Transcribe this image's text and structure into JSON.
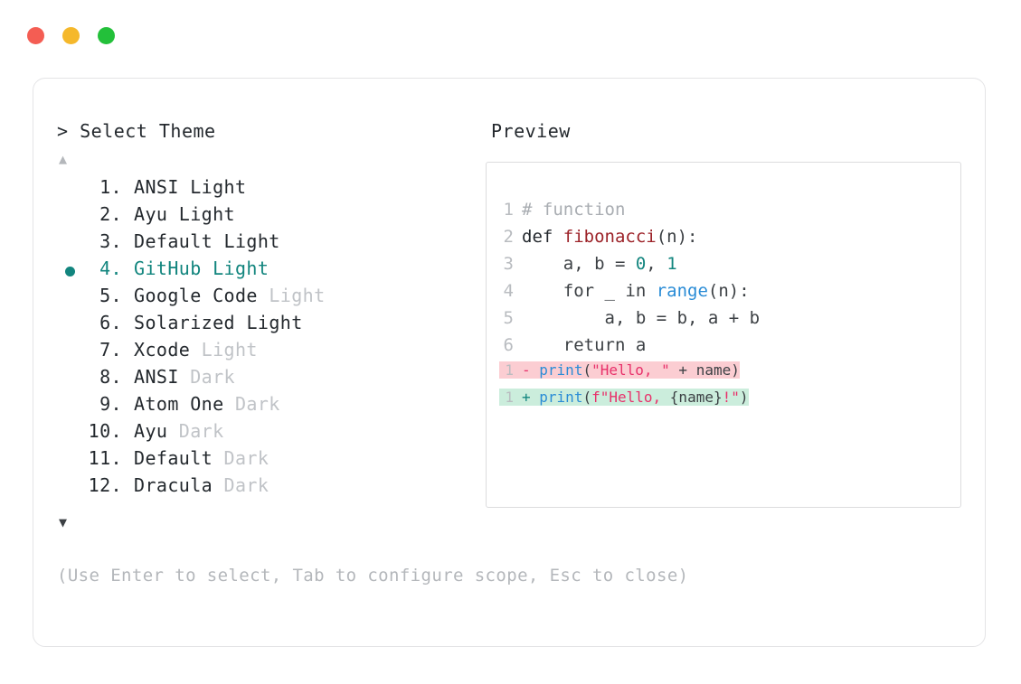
{
  "window": {
    "traffic_lights": [
      {
        "name": "close",
        "color": "#f45d53"
      },
      {
        "name": "minimize",
        "color": "#f5b82b"
      },
      {
        "name": "maximize",
        "color": "#23c03a"
      }
    ]
  },
  "selector": {
    "prompt_symbol": ">",
    "title": "Select Theme",
    "scroll_up_icon": "▲",
    "scroll_down_icon": "▼",
    "selected_index": 4,
    "items": [
      {
        "index": "1.",
        "name": "ANSI",
        "variant": "Light",
        "variant_muted": false,
        "selected": false
      },
      {
        "index": "2.",
        "name": "Ayu",
        "variant": "Light",
        "variant_muted": false,
        "selected": false
      },
      {
        "index": "3.",
        "name": "Default",
        "variant": "Light",
        "variant_muted": false,
        "selected": false
      },
      {
        "index": "4.",
        "name": "GitHub",
        "variant": "Light",
        "variant_muted": false,
        "selected": true
      },
      {
        "index": "5.",
        "name": "Google Code",
        "variant": "Light",
        "variant_muted": true,
        "selected": false
      },
      {
        "index": "6.",
        "name": "Solarized",
        "variant": "Light",
        "variant_muted": false,
        "selected": false
      },
      {
        "index": "7.",
        "name": "Xcode",
        "variant": "Light",
        "variant_muted": true,
        "selected": false
      },
      {
        "index": "8.",
        "name": "ANSI",
        "variant": "Dark",
        "variant_muted": true,
        "selected": false
      },
      {
        "index": "9.",
        "name": "Atom One",
        "variant": "Dark",
        "variant_muted": true,
        "selected": false
      },
      {
        "index": "10.",
        "name": "Ayu",
        "variant": "Dark",
        "variant_muted": true,
        "selected": false
      },
      {
        "index": "11.",
        "name": "Default",
        "variant": "Dark",
        "variant_muted": true,
        "selected": false
      },
      {
        "index": "12.",
        "name": "Dracula",
        "variant": "Dark",
        "variant_muted": true,
        "selected": false
      }
    ]
  },
  "preview": {
    "label": "Preview",
    "code_lines": [
      {
        "no": "1",
        "tokens": [
          {
            "t": "# function",
            "c": "comment"
          }
        ]
      },
      {
        "no": "2",
        "tokens": [
          {
            "t": "def ",
            "c": "keyword"
          },
          {
            "t": "fibonacci",
            "c": "fn"
          },
          {
            "t": "(n):",
            "c": "plain"
          }
        ]
      },
      {
        "no": "3",
        "tokens": [
          {
            "t": "    a, b = ",
            "c": "plain"
          },
          {
            "t": "0",
            "c": "number"
          },
          {
            "t": ", ",
            "c": "plain"
          },
          {
            "t": "1",
            "c": "number"
          }
        ]
      },
      {
        "no": "4",
        "tokens": [
          {
            "t": "    for _ in ",
            "c": "plain"
          },
          {
            "t": "range",
            "c": "builtin"
          },
          {
            "t": "(n):",
            "c": "plain"
          }
        ]
      },
      {
        "no": "5",
        "tokens": [
          {
            "t": "        a, b = b, a + b",
            "c": "plain"
          }
        ]
      },
      {
        "no": "6",
        "tokens": [
          {
            "t": "    return a",
            "c": "plain"
          }
        ]
      }
    ],
    "diff_lines": [
      {
        "no": "1",
        "kind": "deletion",
        "sign": "-",
        "bg": "#fbcdd2",
        "tokens": [
          {
            "t": "print",
            "c": "builtin"
          },
          {
            "t": "(",
            "c": "plain"
          },
          {
            "t": "\"Hello, \"",
            "c": "string"
          },
          {
            "t": " + name)",
            "c": "plain"
          }
        ]
      },
      {
        "no": "1",
        "kind": "addition",
        "sign": "+",
        "bg": "#cbeddc",
        "tokens": [
          {
            "t": "print",
            "c": "builtin"
          },
          {
            "t": "(",
            "c": "plain"
          },
          {
            "t": "f\"Hello, ",
            "c": "string"
          },
          {
            "t": "{name}",
            "c": "plain"
          },
          {
            "t": "!\"",
            "c": "string"
          },
          {
            "t": ")",
            "c": "plain"
          }
        ]
      }
    ]
  },
  "footer": {
    "hint": "(Use Enter to select, Tab to configure scope, Esc to close)"
  }
}
